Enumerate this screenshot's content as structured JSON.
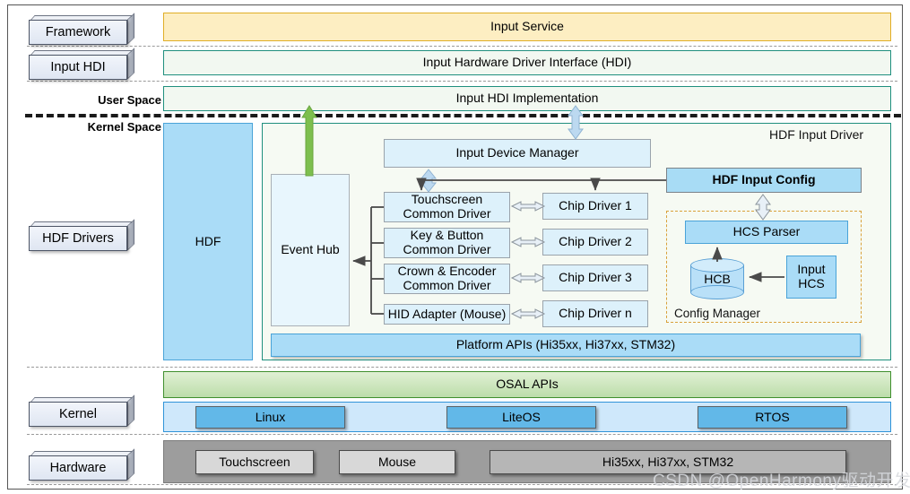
{
  "left_labels": [
    {
      "name": "framework",
      "text": "Framework"
    },
    {
      "name": "input-hdi",
      "text": "Input HDI"
    },
    {
      "name": "hdf-drivers",
      "text": "HDF Drivers"
    },
    {
      "name": "kernel",
      "text": "Kernel"
    },
    {
      "name": "hardware",
      "text": "Hardware"
    }
  ],
  "space_labels": {
    "user": "User Space",
    "kernel": "Kernel Space"
  },
  "layers": {
    "input_service": "Input Service",
    "hdi_interface": "Input Hardware Driver Interface (HDI)",
    "hdi_impl": "Input HDI Implementation",
    "hdf": "HDF",
    "platform_apis": "Platform APIs (Hi35xx, Hi37xx, STM32)",
    "osal_apis": "OSAL APIs"
  },
  "driver_panel": {
    "title": "HDF Input Driver",
    "event_hub": "Event Hub",
    "input_device_manager": "Input Device Manager",
    "hdf_input_config": "HDF Input Config",
    "common_drivers": [
      "Touchscreen\nCommon Driver",
      "Key & Button\nCommon Driver",
      "Crown & Encoder\nCommon Driver",
      "HID Adapter (Mouse)"
    ],
    "chip_drivers": [
      "Chip Driver 1",
      "Chip Driver 2",
      "Chip Driver 3",
      "Chip Driver n"
    ],
    "config_manager": {
      "label": "Config Manager",
      "hcs_parser": "HCS Parser",
      "hcb": "HCB",
      "input_hcs": "Input\nHCS"
    }
  },
  "kernel_row": {
    "items": [
      "Linux",
      "LiteOS",
      "RTOS"
    ]
  },
  "hardware_row": {
    "items": [
      "Touchscreen",
      "Mouse",
      "Hi35xx, Hi37xx, STM32"
    ]
  },
  "watermark": "CSDN @OpenHarmony驱动开发",
  "colors": {
    "service_fill": "#fdeec2",
    "service_border": "#e0ae27",
    "hdi_border": "#1f8f7e",
    "blue_fill": "#aadcf7",
    "green_fill": "#bcddaa",
    "kernel_band": "#cfe8fb",
    "kernel_chip": "#62b8e8",
    "hardware_band": "#9d9d9d",
    "config_dashed": "#d9a13a",
    "arrow_up_green": "#7dbf4e",
    "arrow_blue": "#bcd9f0"
  }
}
